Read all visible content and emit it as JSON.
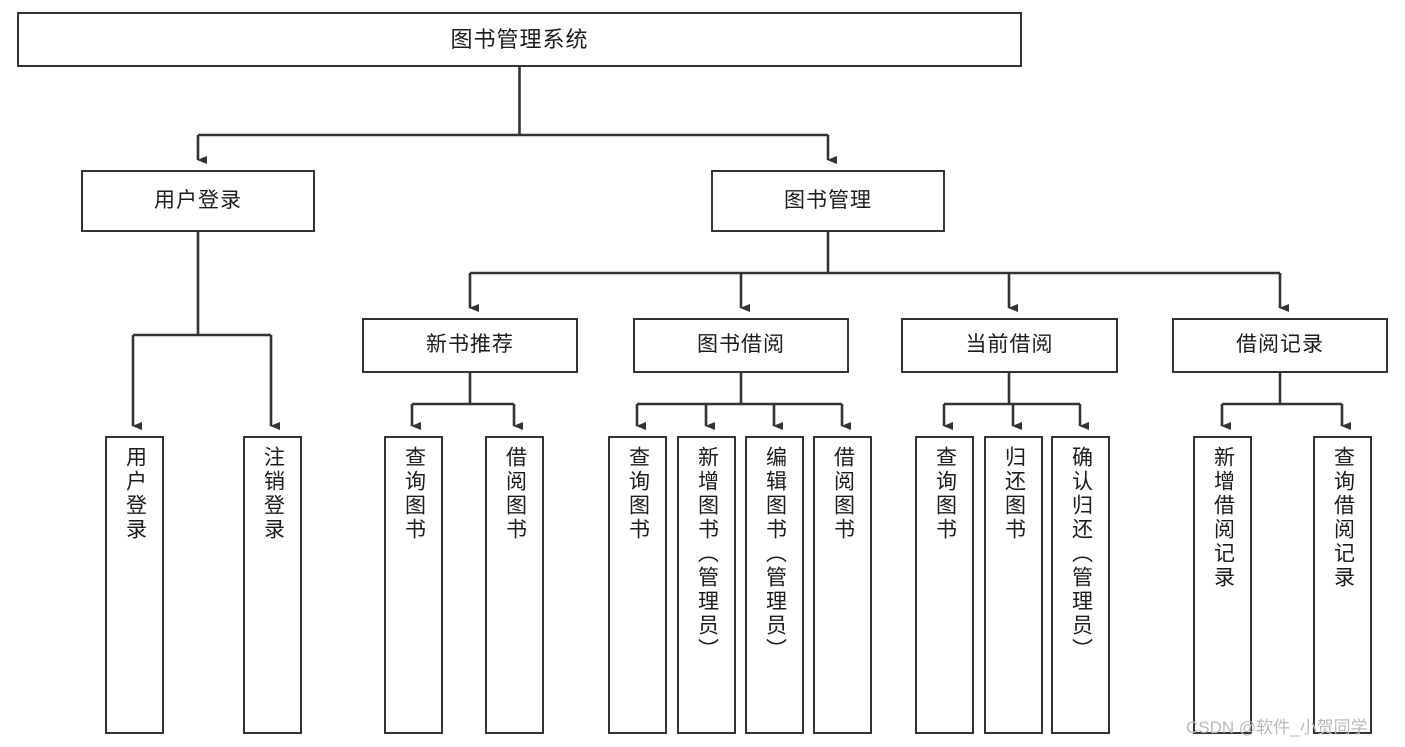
{
  "diagram": {
    "title": "图书管理系统",
    "background": "#ffffff",
    "line_color": "#333333",
    "text_color": "#1b1b1b"
  },
  "root": {
    "label": "图书管理系统"
  },
  "level2": [
    {
      "label": "用户登录"
    },
    {
      "label": "图书管理"
    }
  ],
  "level3": [
    {
      "label": "新书推荐"
    },
    {
      "label": "图书借阅"
    },
    {
      "label": "当前借阅"
    },
    {
      "label": "借阅记录"
    }
  ],
  "leaves": {
    "user_login": [
      {
        "label": "用户登录"
      },
      {
        "label": "注销登录"
      }
    ],
    "new_book": [
      {
        "label": "查询图书"
      },
      {
        "label": "借阅图书"
      }
    ],
    "borrow": [
      {
        "label": "查询图书"
      },
      {
        "label": "新增图书（管理员）"
      },
      {
        "label": "编辑图书（管理员）"
      },
      {
        "label": "借阅图书"
      }
    ],
    "current": [
      {
        "label": "查询图书"
      },
      {
        "label": "归还图书"
      },
      {
        "label": "确认归还（管理员）"
      }
    ],
    "records": [
      {
        "label": "新增借阅记录"
      },
      {
        "label": "查询借阅记录"
      }
    ]
  },
  "watermark": {
    "text": "CSDN @软件_小贺同学"
  }
}
